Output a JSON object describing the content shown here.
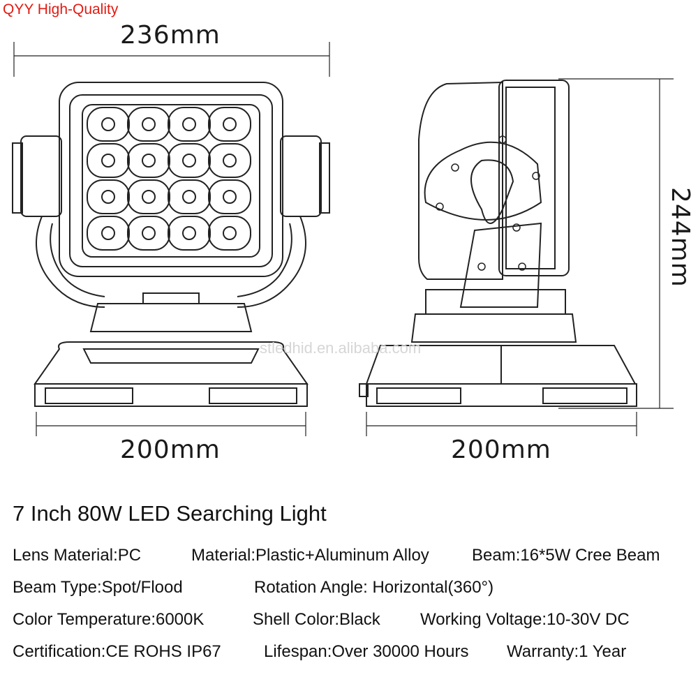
{
  "brand": "QYY High-Quality",
  "watermark": "stledhid.en.alibaba.com",
  "dimensions": {
    "top_width": "236mm",
    "bottom_left": "200mm",
    "bottom_right": "200mm",
    "height": "244mm"
  },
  "title": "7 Inch 80W LED Searching Light",
  "specs": [
    [
      "Lens Material:PC",
      "Material:Plastic+Aluminum Alloy",
      "Beam:16*5W Cree Beam"
    ],
    [
      "Beam Type:Spot/Flood",
      "Rotation Angle: Horizontal(360°)"
    ],
    [
      "Color Temperature:6000K",
      "Shell Color:Black",
      "Working Voltage:10-30V DC"
    ],
    [
      "Certification:CE ROHS IP67",
      "Lifespan:Over 30000 Hours",
      "Warranty:1 Year"
    ]
  ],
  "colors": {
    "brand": "#e21b12",
    "line": "#222222",
    "watermark": "#d6d6d6"
  }
}
